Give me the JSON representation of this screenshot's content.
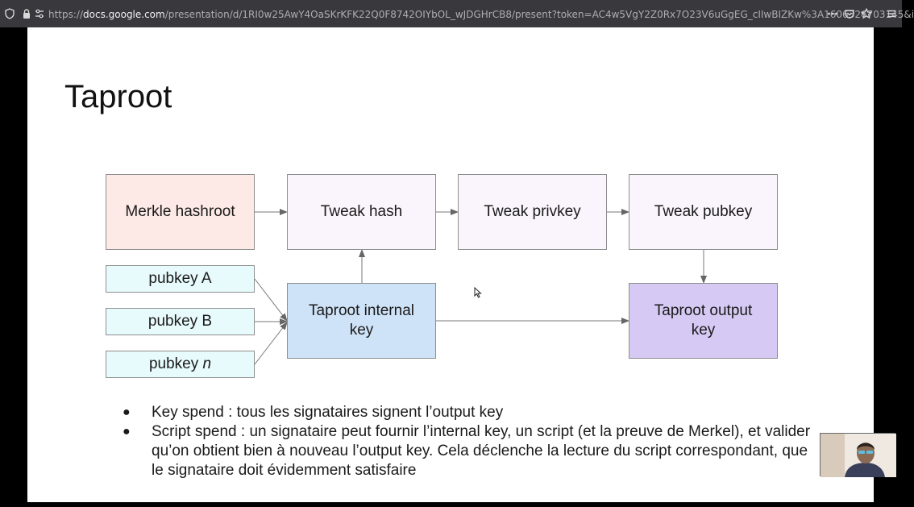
{
  "browser": {
    "url_prefix": "https://",
    "url_host": "docs.google.com",
    "url_path": "/presentation/d/1RI0w25AwY4OaSKrKFK22Q0F8742OIYbOL_wJDGHrCB8/present?token=AC4w5VgY2Z0Rx7O23V6uGgEG_cIIwBIZKw%3A1606326703145&i"
  },
  "slide": {
    "title": "Taproot",
    "boxes": {
      "merkle": "Merkle hashroot",
      "tweak_hash": "Tweak hash",
      "tweak_privkey": "Tweak privkey",
      "tweak_pubkey": "Tweak pubkey",
      "pubkey_a": "pubkey A",
      "pubkey_b": "pubkey B",
      "pubkey_n_prefix": "pubkey ",
      "pubkey_n_var": "n",
      "internal_key": "Taproot internal key",
      "output_key": "Taproot output key"
    },
    "bullets": [
      "Key spend : tous les signataires signent l’output key",
      "Script spend : un signataire peut fournir l’internal key, un script (et la preuve de Merkel), et valider qu’on obtient bien à nouveau l’output key. Cela déclenche la lecture du script correspondant, que le signataire doit évidemment satisfaire"
    ],
    "bullet_symbol": "●"
  },
  "icons": {
    "shield": "shield-icon",
    "lock": "lock-icon",
    "permissions": "permissions-icon",
    "more": "more-icon",
    "pocket": "pocket-icon",
    "star": "star-icon",
    "menu": "menu-icon",
    "cursor": "mouse-cursor-icon"
  }
}
